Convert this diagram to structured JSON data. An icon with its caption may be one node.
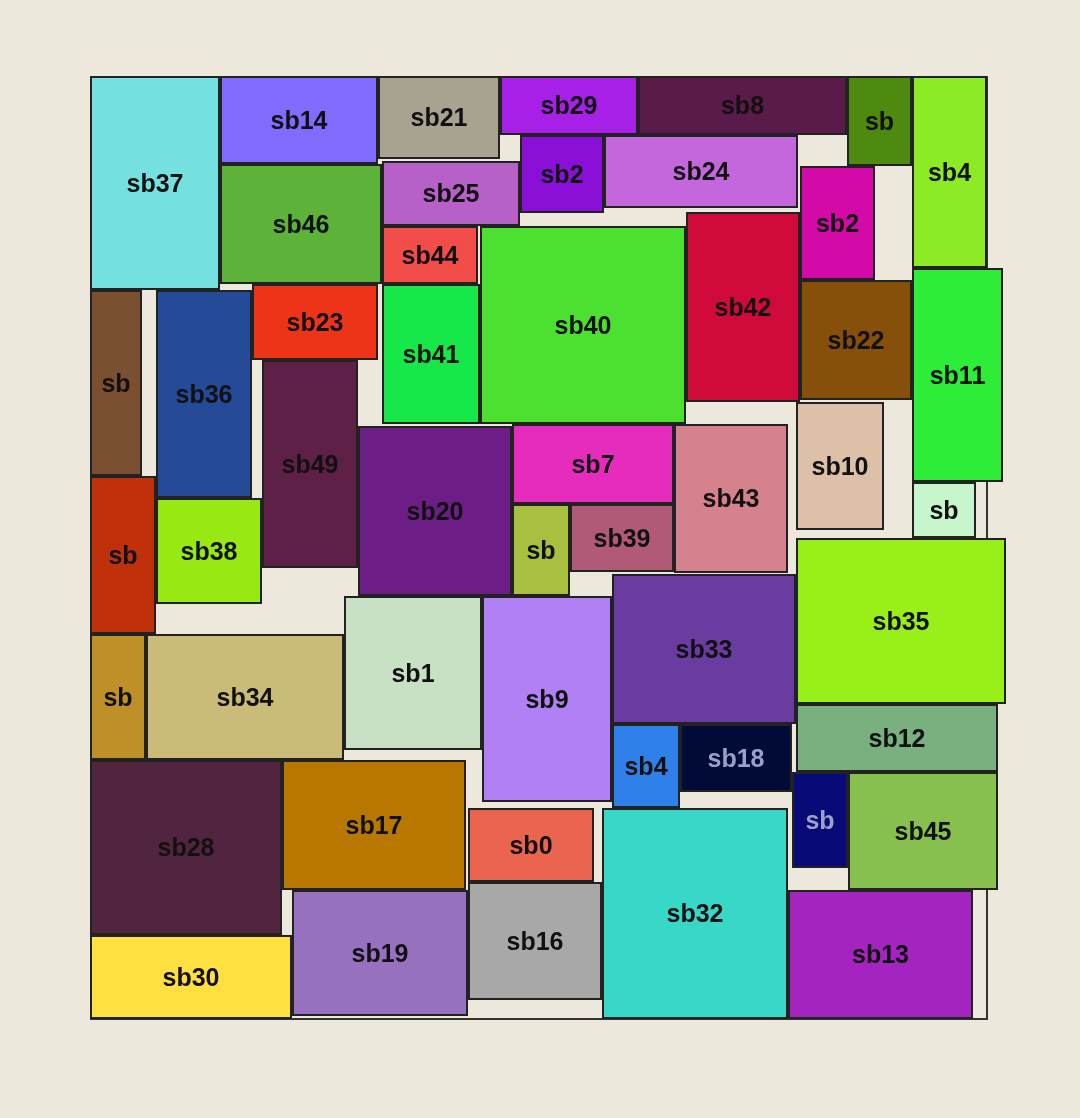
{
  "diagram": {
    "nodes": [
      {
        "text": [
          "sb37"
        ]
      },
      {
        "text": [
          "sb14"
        ]
      },
      {
        "text": [
          "sb21"
        ]
      },
      {
        "text": [
          "sb29"
        ]
      },
      {
        "text": [
          "sb8"
        ]
      },
      {
        "text": [
          "sb"
        ]
      },
      {
        "text": [
          "sb4"
        ]
      },
      {
        "text": [
          "sb46"
        ]
      },
      {
        "text": [
          "sb25"
        ]
      },
      {
        "text": [
          "sb2"
        ]
      },
      {
        "text": [
          "sb24"
        ]
      },
      {
        "text": [
          "sb2"
        ]
      },
      {
        "text": [
          "sb44"
        ]
      },
      {
        "text": [
          "sb40"
        ]
      },
      {
        "text": [
          "sb42"
        ]
      },
      {
        "text": [
          "sb23"
        ]
      },
      {
        "text": [
          "sb41"
        ]
      },
      {
        "text": [
          "sb22"
        ]
      },
      {
        "text": [
          "sb11"
        ]
      },
      {
        "text": [
          "sb"
        ]
      },
      {
        "text": [
          "sb36"
        ]
      },
      {
        "text": [
          "sb49"
        ]
      },
      {
        "text": [
          "sb20"
        ]
      },
      {
        "text": [
          "sb7"
        ]
      },
      {
        "text": [
          "sb43"
        ]
      },
      {
        "text": [
          "sb10"
        ]
      },
      {
        "text": [
          "sb"
        ]
      },
      {
        "text": [
          "sb"
        ]
      },
      {
        "text": [
          "sb38"
        ]
      },
      {
        "text": [
          "sb"
        ]
      },
      {
        "text": [
          "sb39"
        ]
      },
      {
        "text": [
          "sb35"
        ]
      },
      {
        "text": [
          "sb33"
        ]
      },
      {
        "text": [
          "sb1"
        ]
      },
      {
        "text": [
          "sb9"
        ]
      },
      {
        "text": [
          "sb"
        ]
      },
      {
        "text": [
          "sb34"
        ]
      },
      {
        "text": [
          "sb12"
        ]
      },
      {
        "text": [
          "sb4"
        ]
      },
      {
        "text": [
          "sb18"
        ]
      },
      {
        "text": [
          "sb28"
        ]
      },
      {
        "text": [
          "sb17"
        ]
      },
      {
        "text": [
          "sb"
        ]
      },
      {
        "text": [
          "sb45"
        ]
      },
      {
        "text": [
          "sb0"
        ]
      },
      {
        "text": [
          "sb32"
        ]
      },
      {
        "text": [
          "sb19"
        ]
      },
      {
        "text": [
          "sb16"
        ]
      },
      {
        "text": [
          "sb13"
        ]
      },
      {
        "text": [
          "sb30"
        ]
      }
    ]
  }
}
